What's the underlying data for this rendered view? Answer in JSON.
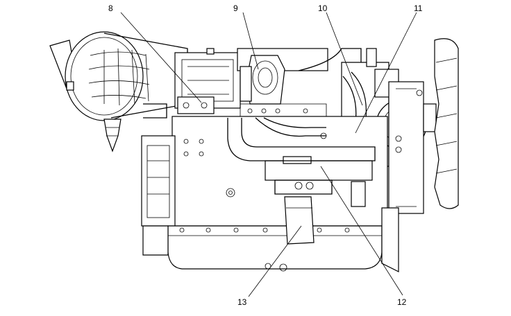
{
  "callouts": [
    {
      "id": "8",
      "label": "8"
    },
    {
      "id": "9",
      "label": "9"
    },
    {
      "id": "10",
      "label": "10"
    },
    {
      "id": "11",
      "label": "11"
    },
    {
      "id": "12",
      "label": "12"
    },
    {
      "id": "13",
      "label": "13"
    }
  ]
}
